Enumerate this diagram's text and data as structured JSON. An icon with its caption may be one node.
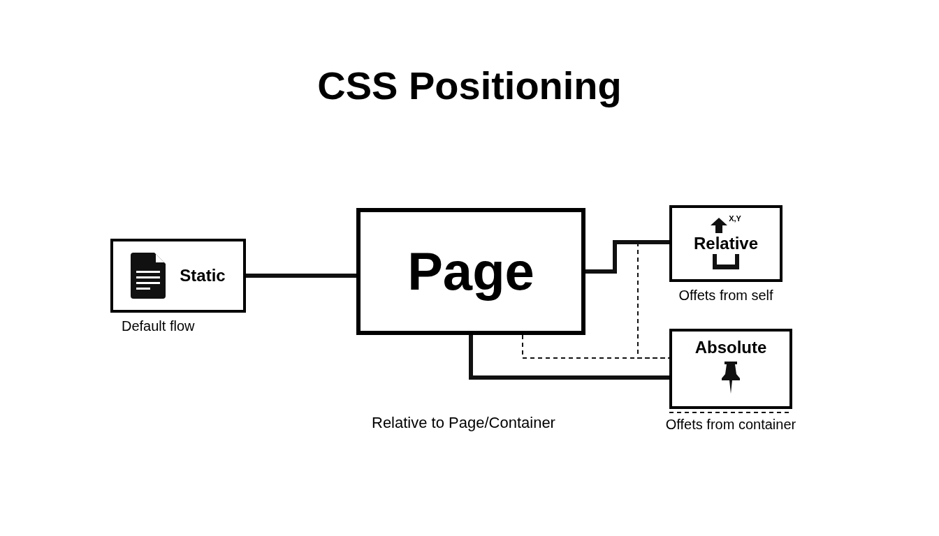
{
  "diagram": {
    "title": "CSS Positioning",
    "nodes": [
      {
        "text": [
          "Static"
        ],
        "beside": [
          "Default flow"
        ]
      },
      {
        "text": [
          "Page"
        ]
      },
      {
        "text": [
          "X,Y",
          "Relative"
        ],
        "beside": [
          "Offets from self"
        ]
      },
      {
        "text": [
          "Absolute"
        ],
        "beside": [
          "Offets from container"
        ]
      }
    ],
    "edges": [
      {
        "from": 0,
        "to": 1,
        "arrow": "none"
      },
      {
        "from": 1,
        "to": 2,
        "arrow": "none"
      },
      {
        "from": 1,
        "to": 3,
        "arrow": "none"
      },
      {
        "from": 1,
        "to": 3,
        "arrow": "none",
        "style": "dashed"
      },
      {
        "from": 2,
        "to": 3,
        "arrow": "none",
        "style": "dashed"
      }
    ],
    "labels": [
      "Relative to Page/Container"
    ]
  }
}
